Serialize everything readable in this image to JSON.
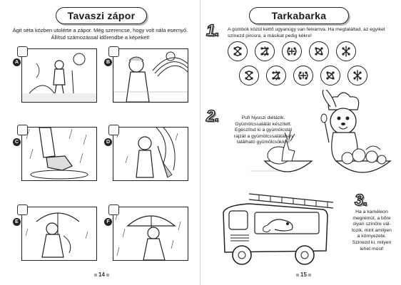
{
  "left_page": {
    "title": "Tavaszi zápor",
    "instruction_line1": "Ágit séta közben utolérte a zápor. Még szerencse, hogy volt nála esernyő.",
    "instruction_line2": "Állítsd számozással időrendbe a képeket!",
    "panels": [
      {
        "letter": "A",
        "scene": "girl-walking-sunny"
      },
      {
        "letter": "B",
        "scene": "girl-looking-at-sky"
      },
      {
        "letter": "C",
        "scene": "rain-puddle-foot"
      },
      {
        "letter": "D",
        "scene": "girl-with-closed-umbrella"
      },
      {
        "letter": "E",
        "scene": "girl-opening-umbrella"
      },
      {
        "letter": "F",
        "scene": "girl-under-umbrella-rain"
      }
    ],
    "page_number": "14"
  },
  "right_page": {
    "title": "Tarkabarka",
    "task1": {
      "number": "1.",
      "text_line1": "A gombok közül kettő ugyanúgy van felvarrva. Ha megtaláltad, az egyiket",
      "text_line2": "színezd pirosra, a másikat pedig kékre!",
      "button_count": 10
    },
    "task2": {
      "number": "2.",
      "lines": [
        "Pufi Nyuszi diétázik.",
        "Gyümölcssalátát készített.",
        "Egészítsd ki a gyümölcstál",
        "rajzát a gyümölcssalátában",
        "található gyümölcsökkel!"
      ]
    },
    "task3": {
      "number": "3.",
      "lines": [
        "Ha a kaméleon",
        "megrémül, a bőre",
        "olyan színűre vál-",
        "tozik, mint amilyen",
        "a környezete.",
        "Színezd ki, milyen",
        "lehet most!"
      ]
    },
    "page_number": "15"
  }
}
